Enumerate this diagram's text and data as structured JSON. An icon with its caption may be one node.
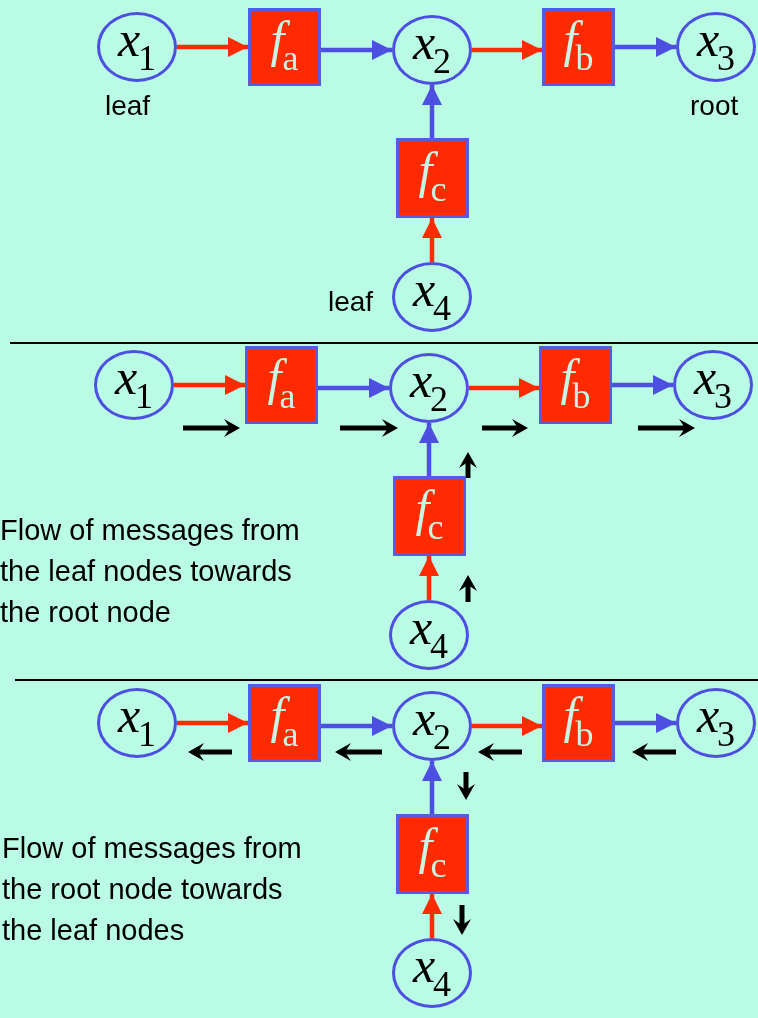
{
  "diagram": {
    "nodes": [
      {
        "text": [
          "*x*$_{1}$"
        ],
        "beside": [
          "leaf"
        ]
      },
      {
        "text": [
          "*f*$_{a}$"
        ]
      },
      {
        "text": [
          "*x*$_{2}$"
        ]
      },
      {
        "text": [
          "*f*$_{b}$"
        ]
      },
      {
        "text": [
          "*x*$_{3}$"
        ],
        "beside": [
          "root"
        ]
      },
      {
        "text": [
          "*f*$_{c}$"
        ]
      },
      {
        "text": [
          "*x*$_{4}$"
        ],
        "beside": [
          "leaf"
        ]
      },
      {
        "text": [
          "*x*$_{1}$"
        ]
      },
      {
        "text": [
          "*f*$_{a}$"
        ]
      },
      {
        "text": [
          "*x*$_{2}$"
        ]
      },
      {
        "text": [
          "*f*$_{b}$"
        ]
      },
      {
        "text": [
          "*x*$_{3}$"
        ]
      },
      {
        "text": [
          "*f*$_{c}$"
        ]
      },
      {
        "text": [
          "*x*$_{4}$"
        ]
      },
      {
        "text": [
          "*x*$_{1}$"
        ]
      },
      {
        "text": [
          "*f*$_{a}$"
        ]
      },
      {
        "text": [
          "*x*$_{2}$"
        ]
      },
      {
        "text": [
          "*f*$_{b}$"
        ]
      },
      {
        "text": [
          "*x*$_{3}$"
        ]
      },
      {
        "text": [
          "*f*$_{c}$"
        ]
      },
      {
        "text": [
          "*x*$_{4}$"
        ]
      }
    ],
    "edges": [
      {
        "from": 0,
        "to": 1,
        "arrow": "to",
        "color": "#ff2a00"
      },
      {
        "from": 1,
        "to": 2,
        "arrow": "to",
        "color": "#4c4fe0"
      },
      {
        "from": 2,
        "to": 3,
        "arrow": "to",
        "color": "#ff2a00"
      },
      {
        "from": 3,
        "to": 4,
        "arrow": "to",
        "color": "#4c4fe0"
      },
      {
        "from": 6,
        "to": 5,
        "arrow": "to",
        "color": "#ff2a00"
      },
      {
        "from": 5,
        "to": 2,
        "arrow": "to",
        "color": "#4c4fe0"
      },
      {
        "from": 7,
        "to": 8,
        "arrow": "to",
        "color": "#ff2a00"
      },
      {
        "from": 8,
        "to": 9,
        "arrow": "to",
        "color": "#4c4fe0"
      },
      {
        "from": 9,
        "to": 10,
        "arrow": "to",
        "color": "#ff2a00"
      },
      {
        "from": 10,
        "to": 11,
        "arrow": "to",
        "color": "#4c4fe0"
      },
      {
        "from": 13,
        "to": 12,
        "arrow": "to",
        "color": "#ff2a00"
      },
      {
        "from": 12,
        "to": 9,
        "arrow": "to",
        "color": "#4c4fe0"
      },
      {
        "from": 14,
        "to": 15,
        "arrow": "to",
        "color": "#ff2a00"
      },
      {
        "from": 15,
        "to": 16,
        "arrow": "to",
        "color": "#4c4fe0"
      },
      {
        "from": 16,
        "to": 17,
        "arrow": "to",
        "color": "#ff2a00"
      },
      {
        "from": 17,
        "to": 18,
        "arrow": "to",
        "color": "#4c4fe0"
      },
      {
        "from": 20,
        "to": 19,
        "arrow": "to",
        "color": "#ff2a00"
      },
      {
        "from": 19,
        "to": 16,
        "arrow": "to",
        "color": "#4c4fe0"
      }
    ],
    "labels": [
      "Flow of messages from the leaf nodes towards the root node",
      "Flow of messages from the root node towards the leaf nodes"
    ]
  }
}
